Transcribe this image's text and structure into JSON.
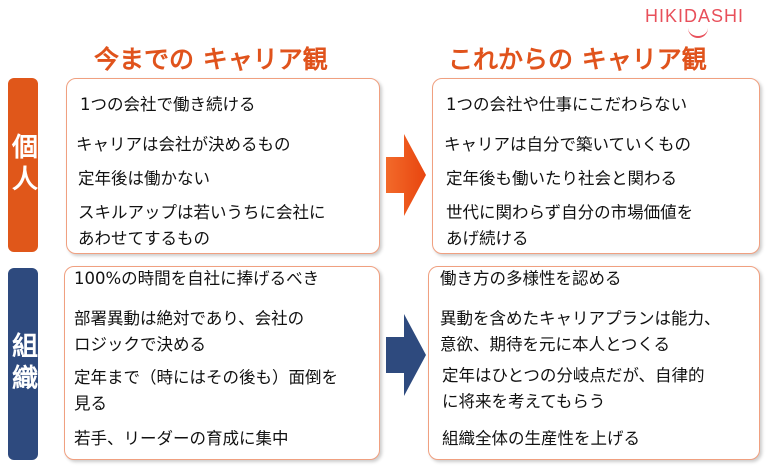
{
  "logo": "HIKIDASHI",
  "headings": {
    "before": "今までの キャリア観",
    "after": "これからの キャリア観"
  },
  "colors": {
    "orange": "#e0531c",
    "navy": "#2e4a7e"
  },
  "rows": [
    {
      "label": "個人",
      "before": [
        "1つの会社で働き続ける",
        "キャリアは会社が決めるもの",
        "定年後は働かない",
        "スキルアップは若いうちに会社に",
        "あわせてするもの"
      ],
      "after": [
        "1つの会社や仕事にこだわらない",
        "キャリアは自分で築いていくもの",
        "定年後も働いたり社会と関わる",
        "世代に関わらず自分の市場価値を",
        "あげ続ける"
      ]
    },
    {
      "label": "組織",
      "before": [
        "100%の時間を自社に捧げるべき",
        "部署異動は絶対であり、会社の",
        "ロジックで決める",
        "定年まで（時にはその後も）面倒を",
        "見る",
        "若手、リーダーの育成に集中"
      ],
      "after": [
        "働き方の多様性を認める",
        "異動を含めたキャリアプランは能力、",
        "意欲、期待を元に本人とつくる",
        "定年はひとつの分岐点だが、自律的",
        "に将来を考えてもらう",
        "組織全体の生産性を上げる"
      ]
    }
  ]
}
